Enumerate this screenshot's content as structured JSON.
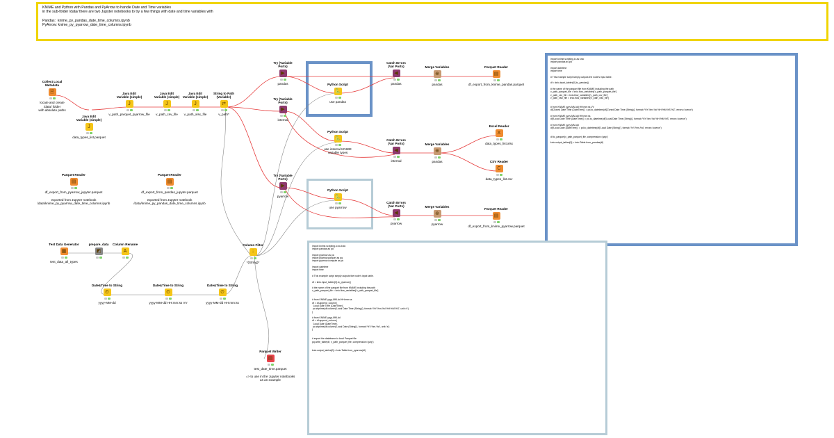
{
  "annotations": {
    "top": "KNIME and Python with Pandas and PyArrow to handle Date and Time variables\nin the sub-folder /data/ there are two Jupyter notebooks to try a few things with date and time variables with\n\nPandas:  knime_py_pandas_date_time_columns.ipynb\nPyArrow: knime_py_pyarrow_date_time_columns.ipynb",
    "code_pandas": "import knime.scripting.io as knio\nimport pandas as pd\n\nimport datetime\nimport time\n\n# This example script simply outputs the node's input table.\n\ndf = knio.input_tables[0].to_pandas()\n\n# the name of the parquet file from KNIME including the path\nv_path_parquet_file = knio.flow_variables['v_path_parquet_file']\nv_path_csv_file = knio.flow_variables['v_path_csv_file']\nv_path_xlsx_file = knio.flow_variables['v_path_xlsx_file']\n\n\n# from KNIME yyyy-MM-dd HH:mm:ss VV\ndf['Zoned Date Time (DateTime)'] = pd.to_datetime(df['Zoned Date Time (String)'], format='%Y-%m-%d %H:%M:%S %Z', errors='coerce')\n\n# from KNIME yyyy-MM-dd HH:mm:ss\ndf['Local Date Time (DateTime)'] = pd.to_datetime(df['Local Date Time (String)'], format='%Y-%m-%d %H:%M:%S', errors='coerce')\n\n# from KNIME yyyy-MM-dd\ndf['Local Date (DateTime)'] = pd.to_datetime(df['Local Date (String)'], format='%Y-%m-%d', errors='coerce')\n\n\ndf.to_parquet(v_path_parquet_file, compression='gzip')\n\nknio.output_tables[0] = knio.Table.from_pandas(df)",
    "code_pyarrow": "import knime.scripting.io as knio\nimport pandas as pd\n\nimport pyarrow as pa\nimport pyarrow.parquet as pq\nimport pyarrow.compute as pc\n\nimport datetime\nimport time\n\n# This example script simply outputs the node's input table.\n\ndf = knio.input_tables[0].to_pyarrow()\n\n# the name of the parquet file from KNIME including the path\nv_path_parquet_file = knio.flow_variables['v_path_parquet_file']\n\n\n# from KNIME yyyy-MM-dd HH:mm:ss\ndf = df.append_column(\n 'Local Date Time (DateTime)',\n pc.strptime(df.column('Local Date Time (String)'), format='%Y-%m-%d %H:%M:%S', unit='s')\n)\n\n# from KNIME yyyy-MM-dd\ndf = df.append_column(\n 'Local Date (DateTime)',\n pc.strptime(df.column('Local Date (String)'), format='%Y-%m-%d', unit='s')\n)\n\n\n# export the dataframe to local Parquet file\npq.write_table(df, v_path_parquet_file, compression='gzip')\n\n\nknio.output_tables[0] = knio.Table.from_pyarrow(df)"
  },
  "nodes": [
    {
      "id": "collect-local-metadata",
      "title": "Collect Local\nMetadata",
      "label": "locate and create\n/data/ folder\nwith absolute paths",
      "color": "o",
      "icon": "🗎"
    },
    {
      "id": "java-edit-variable-1",
      "title": "Java Edit\nVariable (simple)",
      "label": "data_types_list.parquet",
      "color": "y",
      "icon": "J"
    },
    {
      "id": "java-edit-variable-2",
      "title": "Java Edit\nVariable (simple)",
      "label": "v_path_parquet_pyarrow_file",
      "color": "y",
      "icon": "J"
    },
    {
      "id": "java-edit-variable-3",
      "title": "Java Edit\nVariable (simple)",
      "label": "v_path_csv_file",
      "color": "y",
      "icon": "J"
    },
    {
      "id": "java-edit-variable-4",
      "title": "Java Edit\nVariable (simple)",
      "label": "v_path_xlsx_file",
      "color": "y",
      "icon": "J"
    },
    {
      "id": "string-to-path",
      "title": "String to Path\n(Variable)",
      "label": "v_path*",
      "color": "y",
      "icon": "⇄"
    },
    {
      "id": "try-pandas",
      "title": "Try (Variable\nPorts)",
      "label": "pandas",
      "color": "p",
      "icon": "▶"
    },
    {
      "id": "try-internal",
      "title": "Try (Variable\nPorts)",
      "label": "internal",
      "color": "p",
      "icon": "▶"
    },
    {
      "id": "try-pyarrow",
      "title": "Try (Variable\nPorts)",
      "label": "pyarrow",
      "color": "p",
      "icon": "▶"
    },
    {
      "id": "python-script-pandas",
      "title": "Python Script",
      "label": "use pandas",
      "color": "y",
      "icon": "🐍"
    },
    {
      "id": "python-script-internal",
      "title": "Python Script",
      "label": "use internal KNIME\nvariable types",
      "color": "y",
      "icon": "🐍"
    },
    {
      "id": "python-script-pyarrow",
      "title": "Python Script",
      "label": "use pyarrow",
      "color": "y",
      "icon": "🐍"
    },
    {
      "id": "catch-errors-pandas",
      "title": "Catch Errors\n(Var Ports)",
      "label": "pandas",
      "color": "p",
      "icon": "◀"
    },
    {
      "id": "catch-errors-internal",
      "title": "Catch Errors\n(Var Ports)",
      "label": "internal",
      "color": "p",
      "icon": "◀"
    },
    {
      "id": "catch-errors-pyarrow",
      "title": "Catch Errors\n(Var Ports)",
      "label": "pyarrow",
      "color": "p",
      "icon": "◀"
    },
    {
      "id": "merge-variables-pandas",
      "title": "Merge Variables",
      "label": "pandas",
      "color": "b",
      "icon": "⊕"
    },
    {
      "id": "merge-variables-internal",
      "title": "Merge Variables",
      "label": "pandas",
      "color": "b",
      "icon": "⊕"
    },
    {
      "id": "merge-variables-pyarrow",
      "title": "Merge Variables",
      "label": "pyarrow",
      "color": "b",
      "icon": "⊕"
    },
    {
      "id": "parquet-reader-pandas",
      "title": "Parquet Reader",
      "label": "df_export_from_knime_pandas.parquet",
      "color": "o",
      "icon": "▤"
    },
    {
      "id": "excel-reader",
      "title": "Excel Reader",
      "label": "data_types_list.xlsx",
      "color": "o",
      "icon": "X"
    },
    {
      "id": "csv-reader",
      "title": "CSV Reader",
      "label": "data_types_list.csv",
      "color": "o",
      "icon": "C"
    },
    {
      "id": "parquet-reader-pyarrow",
      "title": "Parquet Reader",
      "label": "df_export_from_knime_pyarrow.parquet",
      "color": "o",
      "icon": "▤"
    },
    {
      "id": "parquet-reader-jupyter",
      "title": "Parquet Reader",
      "label": "df_export_from_pyarrow_jupyter.parquet\n\nexported from Jupyter notebook\n/data/knime_py_pyarrow_date_time_columns.ipynb",
      "color": "o",
      "icon": "▤"
    },
    {
      "id": "parquet-reader-jupyter-pandas",
      "title": "Parquet Reader",
      "label": "df_export_from_pandas_jupyter.parquet\n\nexported from Jupyter notebook\n/data/knime_py_pandas_date_time_columns.ipynb",
      "color": "o",
      "icon": "▤"
    },
    {
      "id": "test-data-generator",
      "title": "Test Data Generator",
      "label": "test_data_all_types",
      "color": "o",
      "icon": "▦"
    },
    {
      "id": "prepare-data",
      "title": "prepare_data",
      "label": "",
      "color": "g",
      "icon": "◩"
    },
    {
      "id": "column-rename",
      "title": "Column Rename",
      "label": "",
      "color": "y",
      "icon": "A"
    },
    {
      "id": "datetime-to-string-1",
      "title": "Date&Time to String",
      "label": "yyyy-MM-dd",
      "color": "y",
      "icon": "⏲"
    },
    {
      "id": "datetime-to-string-2",
      "title": "Date&Time to String",
      "label": "yyyy-MM-dd HH:mm:ss VV",
      "color": "y",
      "icon": "⏲"
    },
    {
      "id": "datetime-to-string-3",
      "title": "Date&Time to String",
      "label": "yyyy-MM-dd HH:mm:ss",
      "color": "y",
      "icon": "⏲"
    },
    {
      "id": "column-filter",
      "title": "Column Filter",
      "label": "*(String)*",
      "color": "y",
      "icon": "⫶"
    },
    {
      "id": "parquet-writer",
      "title": "Parquet Writer",
      "label": "test_date_time.parquet\n\n=> to use in the Jupyter notebooks\nas an example",
      "color": "r",
      "icon": "▤"
    }
  ]
}
